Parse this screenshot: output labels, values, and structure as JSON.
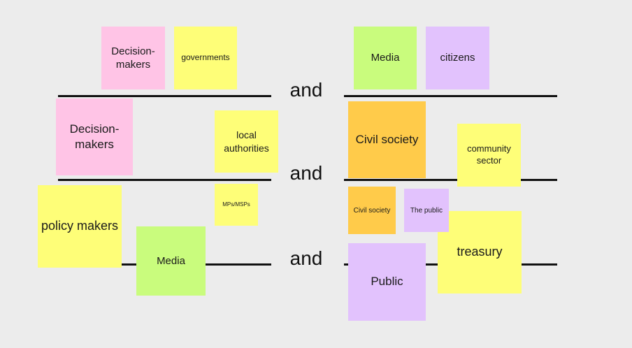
{
  "connector": "and",
  "rows": [
    {
      "left": [
        "Decision-makers",
        "governments"
      ],
      "right": [
        "Media",
        "citizens"
      ]
    },
    {
      "left": [
        "Decision-makers",
        "local authorities",
        "MPs/MSPs"
      ],
      "right": [
        "Civil society",
        "community sector"
      ]
    },
    {
      "left": [
        "policy makers",
        "Media"
      ],
      "right": [
        "Civil society",
        "The public",
        "Public",
        "treasury"
      ]
    }
  ],
  "colors": {
    "pink": "#ffc4e6",
    "yellow": "#fefe78",
    "green": "#c9fc7d",
    "purple": "#e2c2fd",
    "orange": "#ffcb4a",
    "line": "#111111",
    "background": "#ececec"
  }
}
